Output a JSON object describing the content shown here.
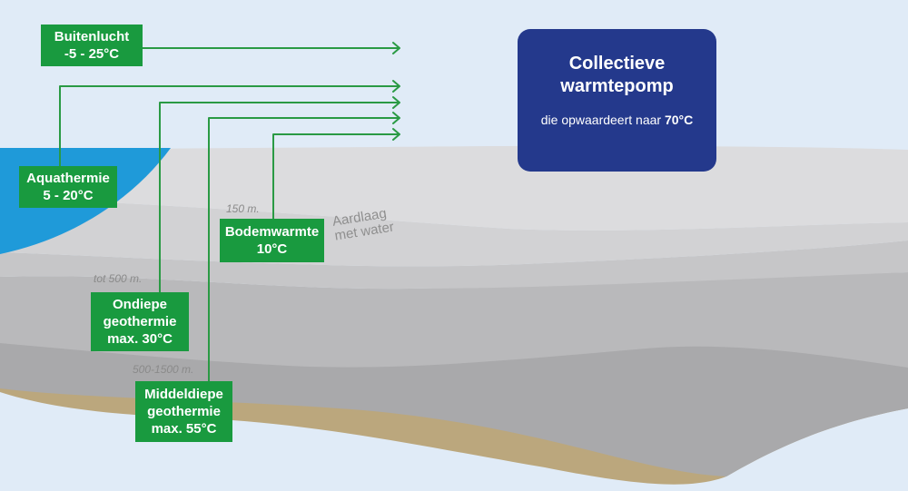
{
  "sources": [
    {
      "id": "buitenlucht",
      "lines": [
        "Buitenlucht",
        "-5 - 25°C"
      ]
    },
    {
      "id": "aquathermie",
      "lines": [
        "Aquathermie",
        "5 - 20°C"
      ]
    },
    {
      "id": "bodemwarmte",
      "lines": [
        "Bodemwarmte",
        "10°C"
      ]
    },
    {
      "id": "ondiepe",
      "lines": [
        "Ondiepe",
        "geothermie",
        "max. 30°C"
      ]
    },
    {
      "id": "middeldiepe",
      "lines": [
        "Middeldiepe",
        "geothermie",
        "max. 55°C"
      ]
    }
  ],
  "depths": {
    "bodemwarmte": "150 m.",
    "ondiepe": "tot 500 m.",
    "middeldiepe": "500-1500 m."
  },
  "layer_note": [
    "Aardlaag",
    "met water"
  ],
  "heat_pump": {
    "title_lines": [
      "Collectieve",
      "warmtepomp"
    ],
    "subtitle_prefix": "die opwaardeert naar ",
    "subtitle_value": "70°C"
  },
  "colors": {
    "sky": "#e0ebf7",
    "water": "#1f9ad9",
    "label_green": "#199a3f",
    "arrow_green": "#2a9a44",
    "pump_blue": "#24398c",
    "sand": "#bba77d"
  }
}
